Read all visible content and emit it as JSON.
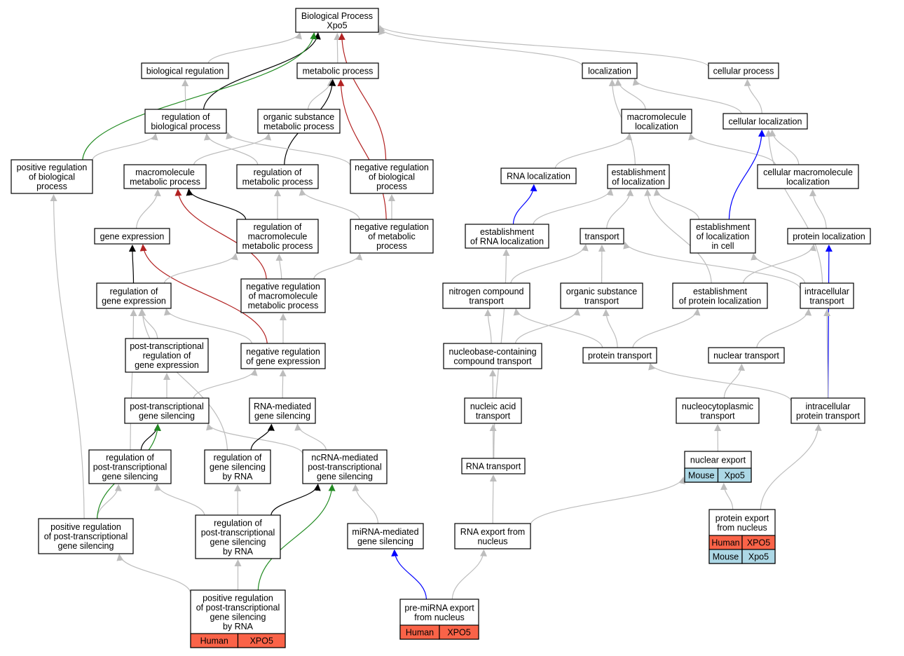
{
  "colors": {
    "is_a": "#bdbdbd",
    "positively_regulates": "#228b22",
    "negatively_regulates": "#b22222",
    "regulates": "#000000",
    "part_of": "#0000ff",
    "human": "#fa6348",
    "mouse": "#add8e6"
  },
  "nodes": [
    {
      "id": "bp",
      "lines": [
        "Biological Process",
        "Xpo5"
      ]
    },
    {
      "id": "biological_regulation",
      "lines": [
        "biological regulation"
      ]
    },
    {
      "id": "metabolic_process",
      "lines": [
        "metabolic process"
      ]
    },
    {
      "id": "localization",
      "lines": [
        "localization"
      ]
    },
    {
      "id": "cellular_process",
      "lines": [
        "cellular process"
      ]
    },
    {
      "id": "regulation_of_biological_process",
      "lines": [
        "regulation of",
        "biological process"
      ]
    },
    {
      "id": "organic_substance_metabolic_process",
      "lines": [
        "organic substance",
        "metabolic process"
      ]
    },
    {
      "id": "macromolecule_localization",
      "lines": [
        "macromolecule",
        "localization"
      ]
    },
    {
      "id": "cellular_localization",
      "lines": [
        "cellular localization"
      ]
    },
    {
      "id": "positive_regulation_of_biological_process",
      "lines": [
        "positive regulation",
        "of biological",
        "process"
      ]
    },
    {
      "id": "macromolecule_metabolic_process",
      "lines": [
        "macromolecule",
        "metabolic process"
      ]
    },
    {
      "id": "regulation_of_metabolic_process",
      "lines": [
        "regulation of",
        "metabolic process"
      ]
    },
    {
      "id": "negative_regulation_of_biological_process",
      "lines": [
        "negative regulation",
        "of biological",
        "process"
      ]
    },
    {
      "id": "rna_localization",
      "lines": [
        "RNA localization"
      ]
    },
    {
      "id": "establishment_of_localization",
      "lines": [
        "establishment",
        "of localization"
      ]
    },
    {
      "id": "cellular_macromolecule_localization",
      "lines": [
        "cellular macromolecule",
        "localization"
      ]
    },
    {
      "id": "gene_expression",
      "lines": [
        "gene expression"
      ]
    },
    {
      "id": "regulation_of_macromolecule_metabolic_process",
      "lines": [
        "regulation of",
        "macromolecule",
        "metabolic process"
      ]
    },
    {
      "id": "negative_regulation_of_metabolic_process",
      "lines": [
        "negative regulation",
        "of metabolic",
        "process"
      ]
    },
    {
      "id": "establishment_of_rna_localization",
      "lines": [
        "establishment",
        "of RNA localization"
      ]
    },
    {
      "id": "transport",
      "lines": [
        "transport"
      ]
    },
    {
      "id": "establishment_of_localization_in_cell",
      "lines": [
        "establishment",
        "of localization",
        "in cell"
      ]
    },
    {
      "id": "protein_localization",
      "lines": [
        "protein localization"
      ]
    },
    {
      "id": "regulation_of_gene_expression",
      "lines": [
        "regulation of",
        "gene expression"
      ]
    },
    {
      "id": "negative_regulation_of_macromolecule_metabolic_process",
      "lines": [
        "negative regulation",
        "of macromolecule",
        "metabolic process"
      ]
    },
    {
      "id": "nitrogen_compound_transport",
      "lines": [
        "nitrogen compound",
        "transport"
      ]
    },
    {
      "id": "organic_substance_transport",
      "lines": [
        "organic substance",
        "transport"
      ]
    },
    {
      "id": "establishment_of_protein_localization",
      "lines": [
        "establishment",
        "of protein localization"
      ]
    },
    {
      "id": "intracellular_transport",
      "lines": [
        "intracellular",
        "transport"
      ]
    },
    {
      "id": "post_transcriptional_regulation_of_gene_expression",
      "lines": [
        "post-transcriptional",
        "regulation of",
        "gene expression"
      ]
    },
    {
      "id": "negative_regulation_of_gene_expression",
      "lines": [
        "negative regulation",
        "of gene expression"
      ]
    },
    {
      "id": "nucleobase_containing_compound_transport",
      "lines": [
        "nucleobase-containing",
        "compound transport"
      ]
    },
    {
      "id": "protein_transport",
      "lines": [
        "protein transport"
      ]
    },
    {
      "id": "nuclear_transport",
      "lines": [
        "nuclear transport"
      ]
    },
    {
      "id": "post_transcriptional_gene_silencing",
      "lines": [
        "post-transcriptional",
        "gene silencing"
      ]
    },
    {
      "id": "rna_mediated_gene_silencing",
      "lines": [
        "RNA-mediated",
        "gene silencing"
      ]
    },
    {
      "id": "nucleic_acid_transport",
      "lines": [
        "nucleic acid",
        "transport"
      ]
    },
    {
      "id": "nucleocytoplasmic_transport",
      "lines": [
        "nucleocytoplasmic",
        "transport"
      ]
    },
    {
      "id": "intracellular_protein_transport",
      "lines": [
        "intracellular",
        "protein transport"
      ]
    },
    {
      "id": "regulation_of_ptgs",
      "lines": [
        "regulation of",
        "post-transcriptional",
        "gene silencing"
      ]
    },
    {
      "id": "regulation_of_gene_silencing_by_rna",
      "lines": [
        "regulation of",
        "gene silencing",
        "by RNA"
      ]
    },
    {
      "id": "ncrna_mediated_ptgs",
      "lines": [
        "ncRNA-mediated",
        "post-transcriptional",
        "gene silencing"
      ]
    },
    {
      "id": "rna_transport",
      "lines": [
        "RNA transport"
      ]
    },
    {
      "id": "nuclear_export",
      "lines": [
        "nuclear export"
      ],
      "species": [
        [
          "Mouse",
          "Xpo5"
        ]
      ]
    },
    {
      "id": "positive_regulation_of_ptgs",
      "lines": [
        "positive regulation",
        "of post-transcriptional",
        "gene silencing"
      ]
    },
    {
      "id": "regulation_of_ptgs_by_rna",
      "lines": [
        "regulation of",
        "post-transcriptional",
        "gene silencing",
        "by RNA"
      ]
    },
    {
      "id": "mirna_mediated_gene_silencing",
      "lines": [
        "miRNA-mediated",
        "gene silencing"
      ]
    },
    {
      "id": "rna_export_from_nucleus",
      "lines": [
        "RNA export from",
        "nucleus"
      ]
    },
    {
      "id": "protein_export_from_nucleus",
      "lines": [
        "protein export",
        "from nucleus"
      ],
      "species": [
        [
          "Human",
          "XPO5"
        ],
        [
          "Mouse",
          "Xpo5"
        ]
      ]
    },
    {
      "id": "positive_regulation_of_ptgs_by_rna",
      "lines": [
        "positive regulation",
        "of post-transcriptional",
        "gene silencing",
        "by RNA"
      ],
      "species": [
        [
          "Human",
          "XPO5"
        ]
      ]
    },
    {
      "id": "pre_mirna_export_from_nucleus",
      "lines": [
        "pre-miRNA export",
        "from nucleus"
      ],
      "species": [
        [
          "Human",
          "XPO5"
        ]
      ]
    }
  ],
  "edges": [
    [
      "biological_regulation",
      "bp",
      "is_a"
    ],
    [
      "metabolic_process",
      "bp",
      "is_a"
    ],
    [
      "localization",
      "bp",
      "is_a"
    ],
    [
      "cellular_process",
      "bp",
      "is_a"
    ],
    [
      "regulation_of_biological_process",
      "bp",
      "regulates"
    ],
    [
      "negative_regulation_of_biological_process",
      "bp",
      "negatively_regulates"
    ],
    [
      "positive_regulation_of_biological_process",
      "bp",
      "positively_regulates"
    ],
    [
      "regulation_of_biological_process",
      "biological_regulation",
      "is_a"
    ],
    [
      "organic_substance_metabolic_process",
      "metabolic_process",
      "is_a"
    ],
    [
      "regulation_of_metabolic_process",
      "metabolic_process",
      "regulates"
    ],
    [
      "negative_regulation_of_metabolic_process",
      "metabolic_process",
      "negatively_regulates"
    ],
    [
      "macromolecule_localization",
      "localization",
      "is_a"
    ],
    [
      "establishment_of_localization",
      "localization",
      "is_a"
    ],
    [
      "cellular_localization",
      "localization",
      "is_a"
    ],
    [
      "cellular_localization",
      "cellular_process",
      "is_a"
    ],
    [
      "positive_regulation_of_biological_process",
      "regulation_of_biological_process",
      "is_a"
    ],
    [
      "regulation_of_metabolic_process",
      "regulation_of_biological_process",
      "is_a"
    ],
    [
      "negative_regulation_of_biological_process",
      "regulation_of_biological_process",
      "is_a"
    ],
    [
      "macromolecule_metabolic_process",
      "organic_substance_metabolic_process",
      "is_a"
    ],
    [
      "rna_localization",
      "macromolecule_localization",
      "is_a"
    ],
    [
      "cellular_macromolecule_localization",
      "macromolecule_localization",
      "is_a"
    ],
    [
      "cellular_macromolecule_localization",
      "cellular_localization",
      "is_a"
    ],
    [
      "establishment_of_localization_in_cell",
      "cellular_localization",
      "part_of"
    ],
    [
      "intracellular_transport",
      "cellular_localization",
      "is_a"
    ],
    [
      "regulation_of_macromolecule_metabolic_process",
      "macromolecule_metabolic_process",
      "regulates"
    ],
    [
      "negative_regulation_of_macromolecule_metabolic_process",
      "macromolecule_metabolic_process",
      "negatively_regulates"
    ],
    [
      "gene_expression",
      "macromolecule_metabolic_process",
      "is_a"
    ],
    [
      "regulation_of_macromolecule_metabolic_process",
      "regulation_of_metabolic_process",
      "is_a"
    ],
    [
      "negative_regulation_of_metabolic_process",
      "regulation_of_metabolic_process",
      "is_a"
    ],
    [
      "negative_regulation_of_metabolic_process",
      "negative_regulation_of_biological_process",
      "is_a"
    ],
    [
      "establishment_of_rna_localization",
      "rna_localization",
      "part_of"
    ],
    [
      "establishment_of_rna_localization",
      "establishment_of_localization",
      "is_a"
    ],
    [
      "transport",
      "establishment_of_localization",
      "is_a"
    ],
    [
      "establishment_of_localization_in_cell",
      "establishment_of_localization",
      "is_a"
    ],
    [
      "establishment_of_protein_localization",
      "establishment_of_localization",
      "is_a"
    ],
    [
      "protein_localization",
      "cellular_macromolecule_localization",
      "is_a"
    ],
    [
      "regulation_of_gene_expression",
      "gene_expression",
      "regulates"
    ],
    [
      "negative_regulation_of_gene_expression",
      "gene_expression",
      "negatively_regulates"
    ],
    [
      "regulation_of_gene_expression",
      "regulation_of_macromolecule_metabolic_process",
      "is_a"
    ],
    [
      "negative_regulation_of_macromolecule_metabolic_process",
      "regulation_of_macromolecule_metabolic_process",
      "is_a"
    ],
    [
      "negative_regulation_of_macromolecule_metabolic_process",
      "negative_regulation_of_metabolic_process",
      "is_a"
    ],
    [
      "nitrogen_compound_transport",
      "transport",
      "is_a"
    ],
    [
      "organic_substance_transport",
      "transport",
      "is_a"
    ],
    [
      "intracellular_transport",
      "transport",
      "is_a"
    ],
    [
      "intracellular_transport",
      "establishment_of_localization_in_cell",
      "is_a"
    ],
    [
      "establishment_of_protein_localization",
      "protein_localization",
      "is_a"
    ],
    [
      "intracellular_protein_transport",
      "protein_localization",
      "part_of"
    ],
    [
      "post_transcriptional_regulation_of_gene_expression",
      "regulation_of_gene_expression",
      "is_a"
    ],
    [
      "negative_regulation_of_gene_expression",
      "regulation_of_gene_expression",
      "is_a"
    ],
    [
      "negative_regulation_of_gene_expression",
      "negative_regulation_of_macromolecule_metabolic_process",
      "is_a"
    ],
    [
      "nucleobase_containing_compound_transport",
      "nitrogen_compound_transport",
      "is_a"
    ],
    [
      "nucleobase_containing_compound_transport",
      "organic_substance_transport",
      "is_a"
    ],
    [
      "protein_transport",
      "nitrogen_compound_transport",
      "is_a"
    ],
    [
      "protein_transport",
      "organic_substance_transport",
      "is_a"
    ],
    [
      "protein_transport",
      "establishment_of_protein_localization",
      "is_a"
    ],
    [
      "nuclear_transport",
      "intracellular_transport",
      "is_a"
    ],
    [
      "intracellular_protein_transport",
      "intracellular_transport",
      "is_a"
    ],
    [
      "post_transcriptional_gene_silencing",
      "post_transcriptional_regulation_of_gene_expression",
      "is_a"
    ],
    [
      "post_transcriptional_gene_silencing",
      "negative_regulation_of_gene_expression",
      "is_a"
    ],
    [
      "rna_mediated_gene_silencing",
      "negative_regulation_of_gene_expression",
      "is_a"
    ],
    [
      "nucleic_acid_transport",
      "nucleobase_containing_compound_transport",
      "is_a"
    ],
    [
      "intracellular_protein_transport",
      "protein_transport",
      "is_a"
    ],
    [
      "nucleocytoplasmic_transport",
      "nuclear_transport",
      "is_a"
    ],
    [
      "regulation_of_ptgs",
      "post_transcriptional_gene_silencing",
      "regulates"
    ],
    [
      "ncrna_mediated_ptgs",
      "post_transcriptional_gene_silencing",
      "is_a"
    ],
    [
      "regulation_of_gene_silencing_by_rna",
      "rna_mediated_gene_silencing",
      "regulates"
    ],
    [
      "ncrna_mediated_ptgs",
      "rna_mediated_gene_silencing",
      "is_a"
    ],
    [
      "rna_transport",
      "nucleic_acid_transport",
      "is_a"
    ],
    [
      "rna_transport",
      "establishment_of_rna_localization",
      "is_a"
    ],
    [
      "nuclear_export",
      "nucleocytoplasmic_transport",
      "is_a"
    ],
    [
      "positive_regulation_of_ptgs",
      "regulation_of_ptgs",
      "is_a"
    ],
    [
      "regulation_of_ptgs_by_rna",
      "regulation_of_ptgs",
      "is_a"
    ],
    [
      "regulation_of_ptgs_by_rna",
      "regulation_of_gene_silencing_by_rna",
      "is_a"
    ],
    [
      "regulation_of_ptgs_by_rna",
      "ncrna_mediated_ptgs",
      "regulates"
    ],
    [
      "mirna_mediated_gene_silencing",
      "ncrna_mediated_ptgs",
      "is_a"
    ],
    [
      "rna_export_from_nucleus",
      "rna_transport",
      "is_a"
    ],
    [
      "rna_export_from_nucleus",
      "nuclear_export",
      "is_a"
    ],
    [
      "protein_export_from_nucleus",
      "nuclear_export",
      "is_a"
    ],
    [
      "protein_export_from_nucleus",
      "intracellular_protein_transport",
      "is_a"
    ],
    [
      "positive_regulation_of_ptgs",
      "post_transcriptional_gene_silencing",
      "positively_regulates"
    ],
    [
      "positive_regulation_of_ptgs",
      "positive_regulation_of_biological_process",
      "is_a"
    ],
    [
      "positive_regulation_of_ptgs_by_rna",
      "positive_regulation_of_ptgs",
      "is_a"
    ],
    [
      "positive_regulation_of_ptgs_by_rna",
      "regulation_of_ptgs_by_rna",
      "is_a"
    ],
    [
      "positive_regulation_of_ptgs_by_rna",
      "ncrna_mediated_ptgs",
      "positively_regulates"
    ],
    [
      "pre_mirna_export_from_nucleus",
      "mirna_mediated_gene_silencing",
      "part_of"
    ],
    [
      "pre_mirna_export_from_nucleus",
      "rna_export_from_nucleus",
      "is_a"
    ],
    [
      "regulation_of_ptgs",
      "regulation_of_gene_expression",
      "is_a"
    ],
    [
      "regulation_of_gene_silencing_by_rna",
      "regulation_of_gene_expression",
      "is_a"
    ]
  ]
}
